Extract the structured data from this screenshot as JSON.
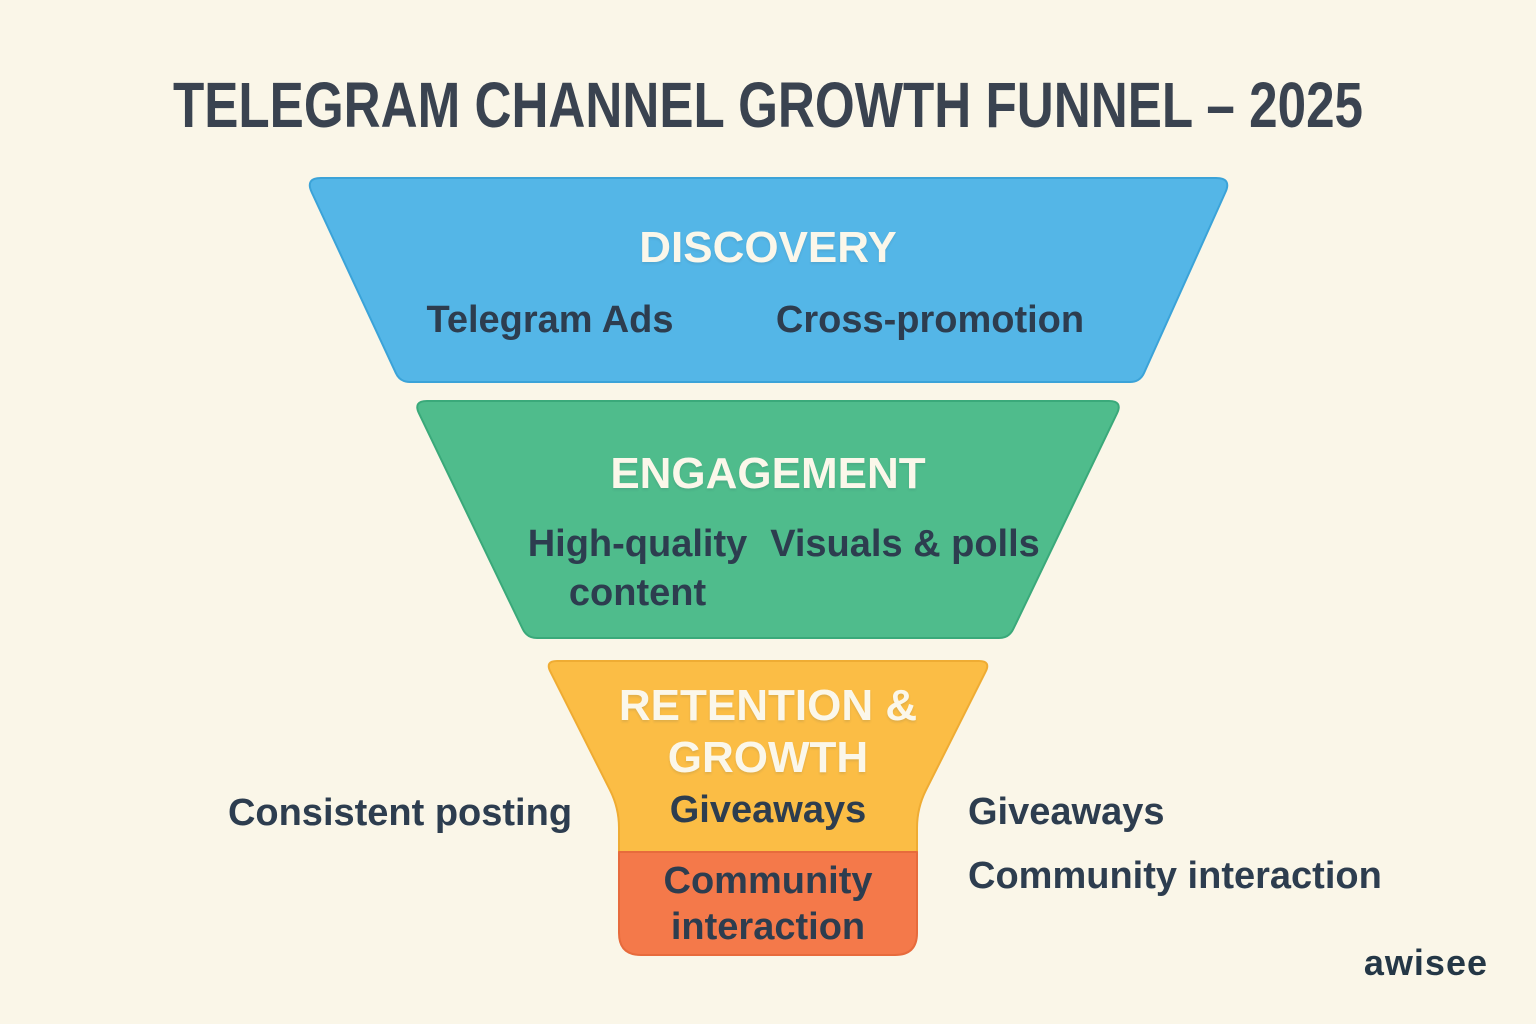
{
  "title": "TELEGRAM CHANNEL GROWTH FUNNEL – 2025",
  "colors": {
    "background": "#faf6e8",
    "title_text": "#3a4350",
    "stage_title_text": "#fbf7ea",
    "body_text": "#2d3d4f",
    "discovery_blue": "#54b6e7",
    "engagement_green": "#4fbc8c",
    "retention_yellow": "#fbbd45",
    "community_orange": "#f4794a"
  },
  "funnel": {
    "stages": [
      {
        "name": "DISCOVERY",
        "color": "#54b6e7",
        "items": [
          "Telegram Ads",
          "Cross-promotion"
        ]
      },
      {
        "name": "ENGAGEMENT",
        "color": "#4fbc8c",
        "items": [
          "High-quality content",
          "Visuals & polls"
        ]
      },
      {
        "name": "RETENTION & GROWTH",
        "color": "#fbbd45",
        "items": [
          "Giveaways"
        ]
      },
      {
        "name": "Community interaction",
        "color": "#f4794a",
        "items": []
      }
    ]
  },
  "side_labels": {
    "left": "Consistent posting",
    "right": [
      "Giveaways",
      "Community interaction"
    ]
  },
  "watermark": "awisee"
}
